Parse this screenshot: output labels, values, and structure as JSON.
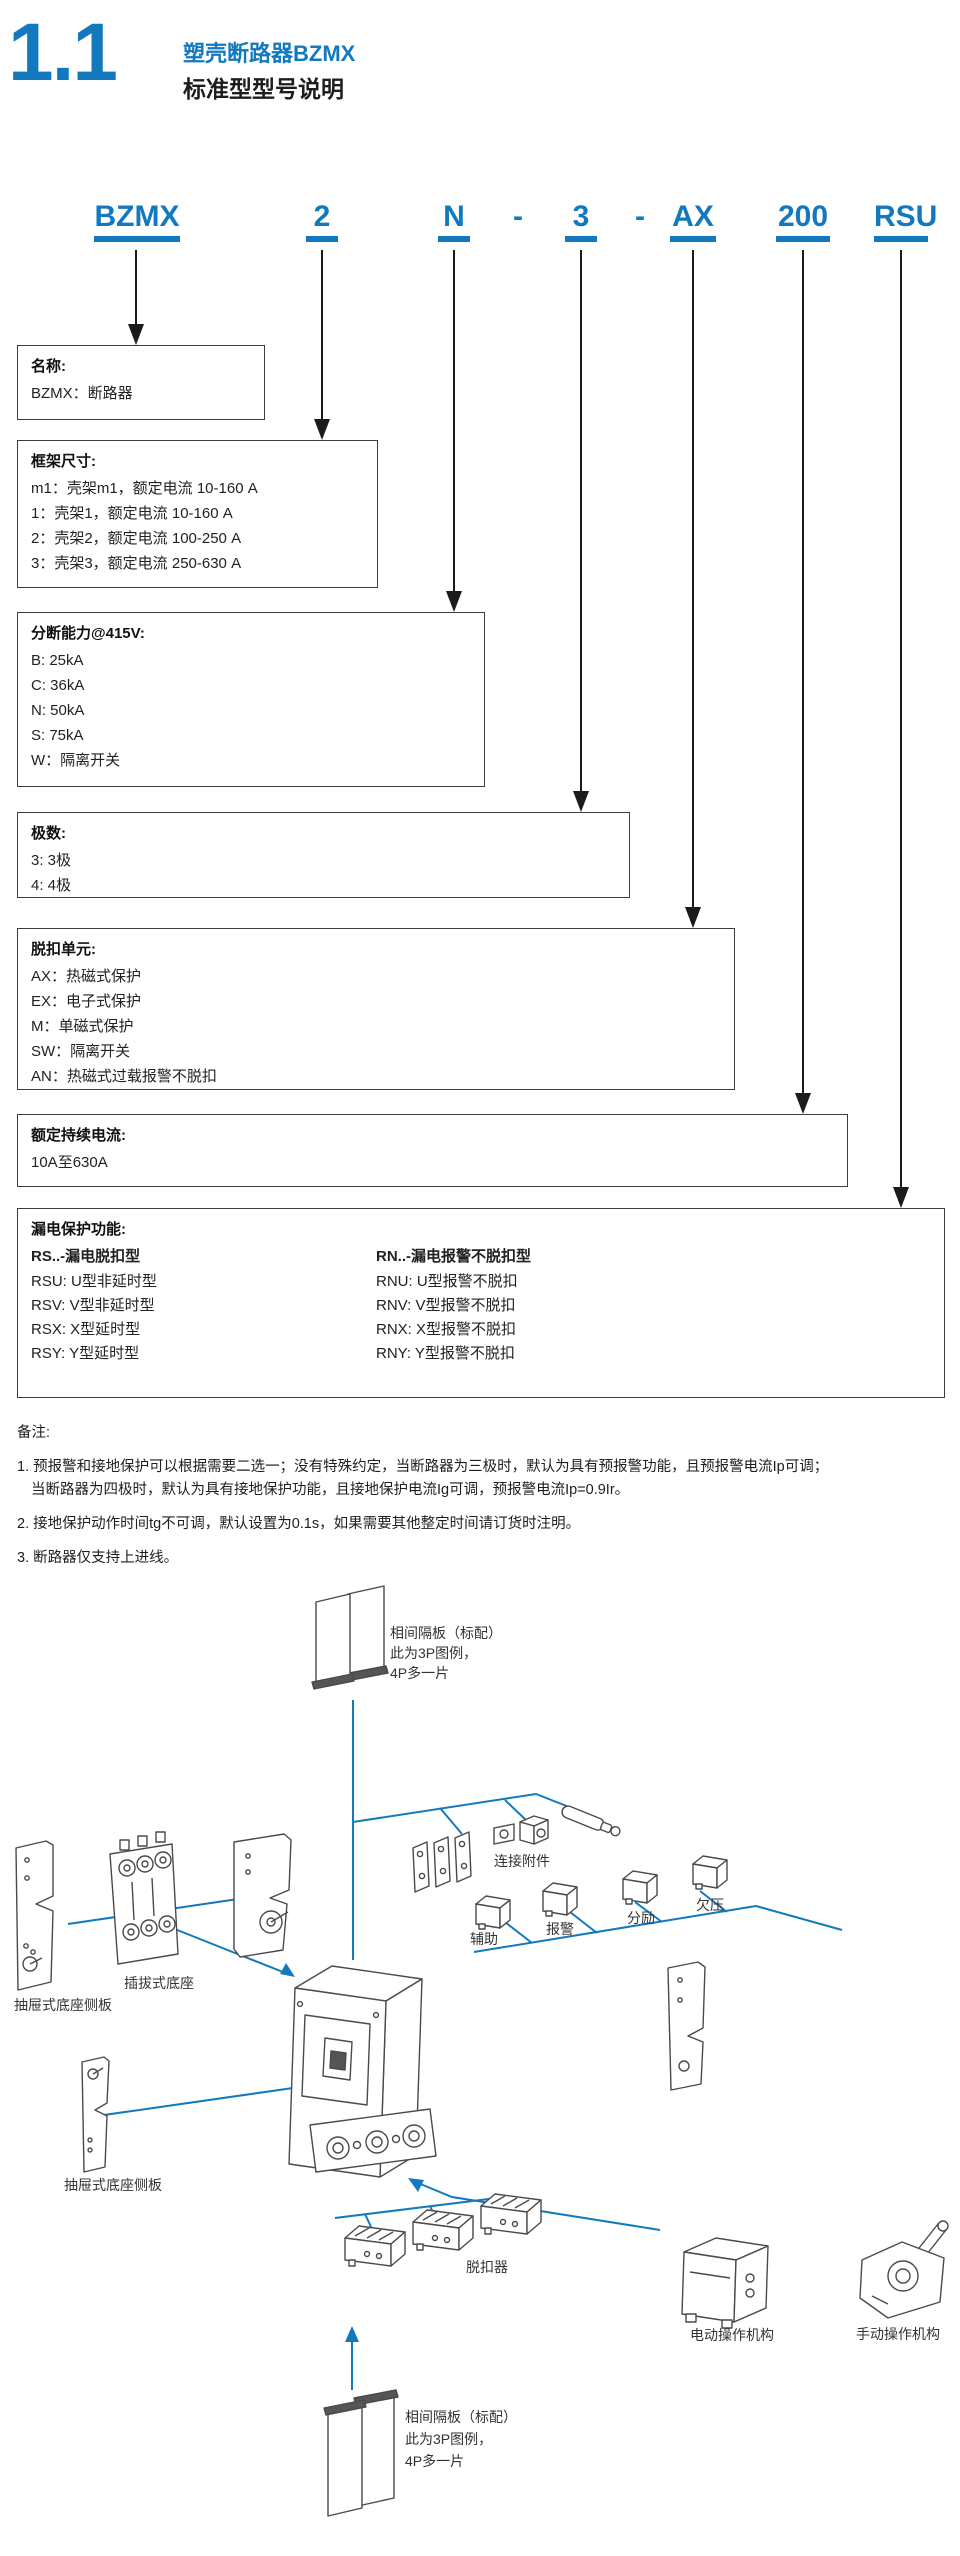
{
  "colors": {
    "accent_blue": "#1379BE",
    "line_dark": "#4a4a4a"
  },
  "header": {
    "section_number": "1.1",
    "title_line1": "塑壳断路器BZMX",
    "title_line2": "标准型型号说明"
  },
  "model_code": {
    "segments": [
      "BZMX",
      "2",
      "N",
      "-",
      "3",
      "-",
      "AX",
      "200",
      "RSU"
    ]
  },
  "boxes": [
    {
      "title": "名称:",
      "lines": [
        "BZMX：断路器"
      ]
    },
    {
      "title": "框架尺寸:",
      "lines": [
        "m1：壳架m1，额定电流 10-160 A",
        "1：壳架1，额定电流 10-160 A",
        "2：壳架2，额定电流 100-250 A",
        "3：壳架3，额定电流 250-630 A"
      ]
    },
    {
      "title": "分断能力@415V:",
      "lines": [
        "B: 25kA",
        "C: 36kA",
        "N: 50kA",
        "S: 75kA",
        "W：隔离开关"
      ]
    },
    {
      "title": "极数:",
      "lines": [
        "3: 3极",
        "4: 4极"
      ]
    },
    {
      "title": "脱扣单元:",
      "lines": [
        "AX：热磁式保护",
        "EX：电子式保护",
        "M：单磁式保护",
        "SW：隔离开关",
        "AN：热磁式过载报警不脱扣"
      ]
    },
    {
      "title": "额定持续电流:",
      "lines": [
        "10A至630A"
      ]
    },
    {
      "title": "漏电保护功能:",
      "left": {
        "header": "RS..-漏电脱扣型",
        "items": [
          "RSU: U型非延时型",
          "RSV: V型非延时型",
          "RSX: X型延时型",
          "RSY: Y型延时型"
        ]
      },
      "right": {
        "header": "RN..-漏电报警不脱扣型",
        "items": [
          "RNU: U型报警不脱扣",
          "RNV: V型报警不脱扣",
          "RNX: X型报警不脱扣",
          "RNY: Y型报警不脱扣"
        ]
      }
    }
  ],
  "notes": {
    "heading": "备注:",
    "n1_l1": "1. 预报警和接地保护可以根据需要二选一；没有特殊约定，当断路器为三极时，默认为具有预报警功能，且预报警电流Ip可调；",
    "n1_l2": "当断路器为四极时，默认为具有接地保护功能，且接地保护电流Ig可调，预报警电流Ip=0.9Ir。",
    "n2": "2. 接地保护动作时间tg不可调，默认设置为0.1s，如果需要其他整定时间请订货时注明。",
    "n3": "3. 断路器仅支持上进线。"
  },
  "diagram": {
    "separator_label_top": {
      "l1": "相间隔板（标配）",
      "l2": "此为3P图例，",
      "l3": "4P多一片"
    },
    "separator_label_bottom": {
      "l1": "相间隔板（标配）",
      "l2": "此为3P图例，",
      "l3": "4P多一片"
    },
    "labels": {
      "connection": "连接附件",
      "auxiliary": "辅助",
      "alarm": "报警",
      "shunt": "分励",
      "undervoltage": "欠压",
      "plug_in_base": "插拔式底座",
      "drawer_side_plate": "抽屉式底座侧板",
      "drawer_side_plate_2": "抽屉式底座侧板",
      "trip_unit": "脱扣器",
      "motor_operator": "电动操作机构",
      "manual_operator": "手动操作机构"
    }
  }
}
